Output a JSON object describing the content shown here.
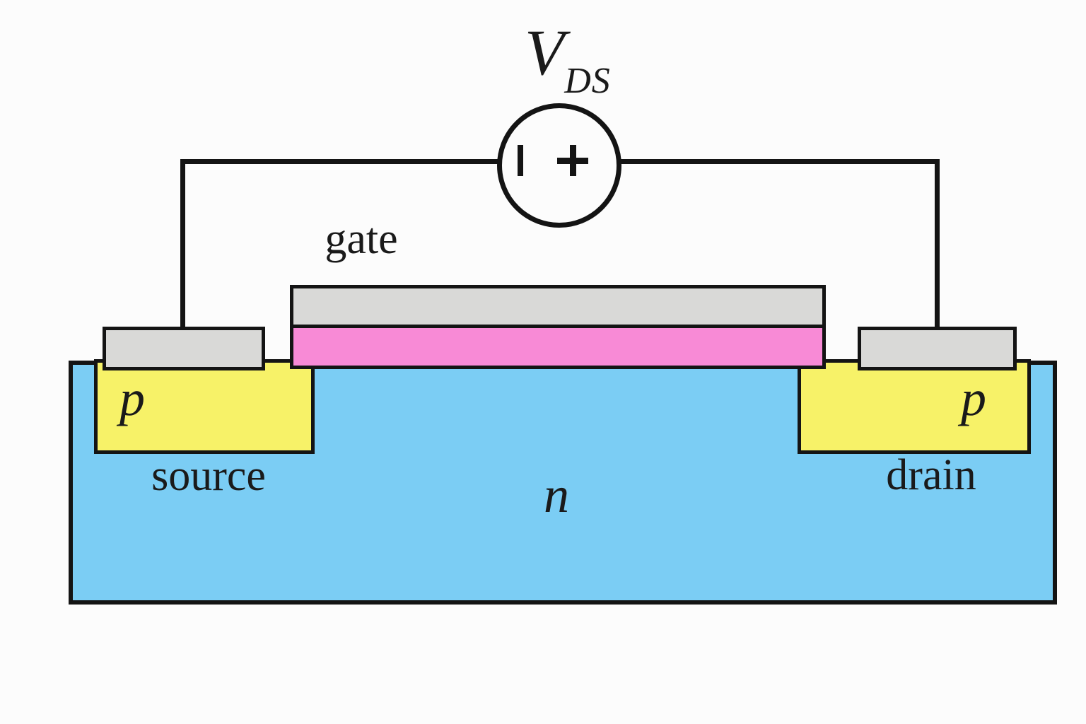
{
  "diagram": {
    "labels": {
      "vds_symbol": "V",
      "vds_subscript": "DS",
      "gate": "gate",
      "source": "source",
      "drain": "drain",
      "p_source": "p",
      "p_drain": "p",
      "n_substrate": "n"
    },
    "voltage_source": {
      "negative_terminal": "−",
      "positive_terminal": "+"
    },
    "colors": {
      "substrate_blue": "#7bcdf4",
      "p_region_yellow": "#f7f268",
      "oxide_pink": "#f88ad6",
      "contact_gray": "#d9d9d7",
      "line_black": "#141414",
      "background": "#fcfcfc"
    }
  }
}
